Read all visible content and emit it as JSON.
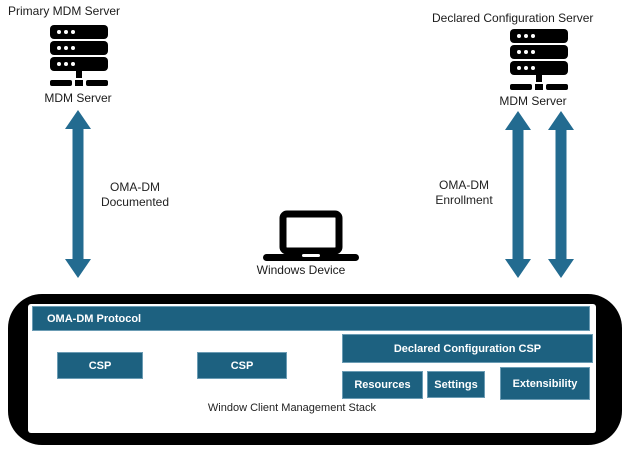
{
  "colors": {
    "box_fill": "#1d6180",
    "arrow_fill": "#236b90",
    "frame_fill": "#000000",
    "icon_fill": "#000000"
  },
  "servers": {
    "primary": {
      "title": "Primary MDM Server",
      "label": "MDM Server"
    },
    "declared": {
      "title": "Declared Configuration Server",
      "label": "MDM Server"
    }
  },
  "connections": {
    "left": {
      "line1": "OMA-DM",
      "line2": "Documented"
    },
    "right": {
      "line1": "OMA-DM",
      "line2": "Enrollment"
    }
  },
  "device": {
    "label": "Windows Device"
  },
  "stack": {
    "protocol_bar": "OMA-DM Protocol",
    "csp1": "CSP",
    "csp2": "CSP",
    "declared_csp": "Declared Configuration CSP",
    "resources": "Resources",
    "settings": "Settings",
    "extensibility": "Extensibility",
    "caption": "Window Client Management Stack"
  }
}
